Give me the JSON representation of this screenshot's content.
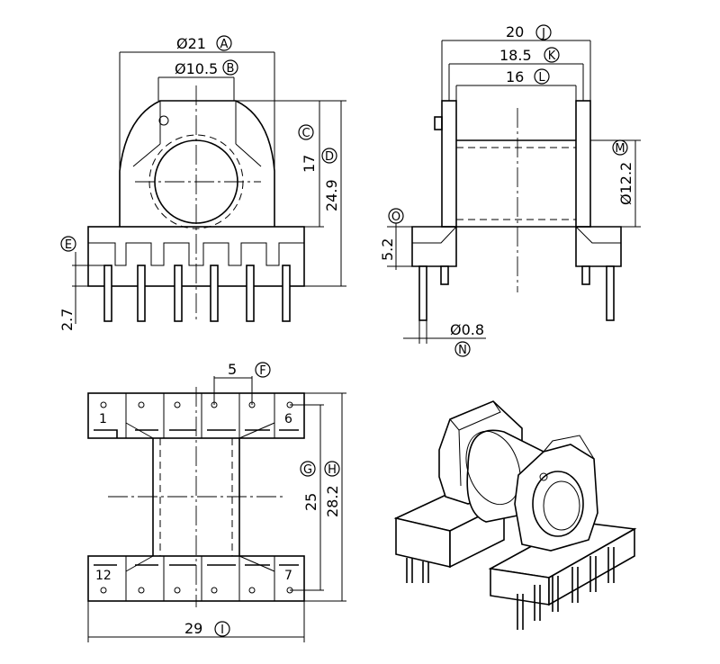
{
  "dimensions": {
    "A": {
      "value": "Ø21",
      "marker": "A"
    },
    "B": {
      "value": "Ø10.5",
      "marker": "B"
    },
    "C": {
      "value": "",
      "marker": "C"
    },
    "D": {
      "value": "17",
      "marker": "D"
    },
    "d249": {
      "value": "24.9"
    },
    "E": {
      "value": "",
      "marker": "E"
    },
    "d27": {
      "value": "2.7"
    },
    "J": {
      "value": "20",
      "marker": "J"
    },
    "K": {
      "value": "18.5",
      "marker": "K"
    },
    "L": {
      "value": "16",
      "marker": "L"
    },
    "M": {
      "value": "Ø12.2",
      "marker": "M"
    },
    "O": {
      "value": "",
      "marker": "O"
    },
    "d52": {
      "value": "5.2"
    },
    "N": {
      "value": "Ø0.8",
      "marker": "N"
    },
    "F": {
      "value": "5",
      "marker": "F"
    },
    "G": {
      "value": "25",
      "marker": "G"
    },
    "H": {
      "value": "28.2",
      "marker": "H"
    },
    "I": {
      "value": "29",
      "marker": "I"
    }
  },
  "pins": {
    "p1": "1",
    "p6": "6",
    "p7": "7",
    "p12": "12"
  }
}
